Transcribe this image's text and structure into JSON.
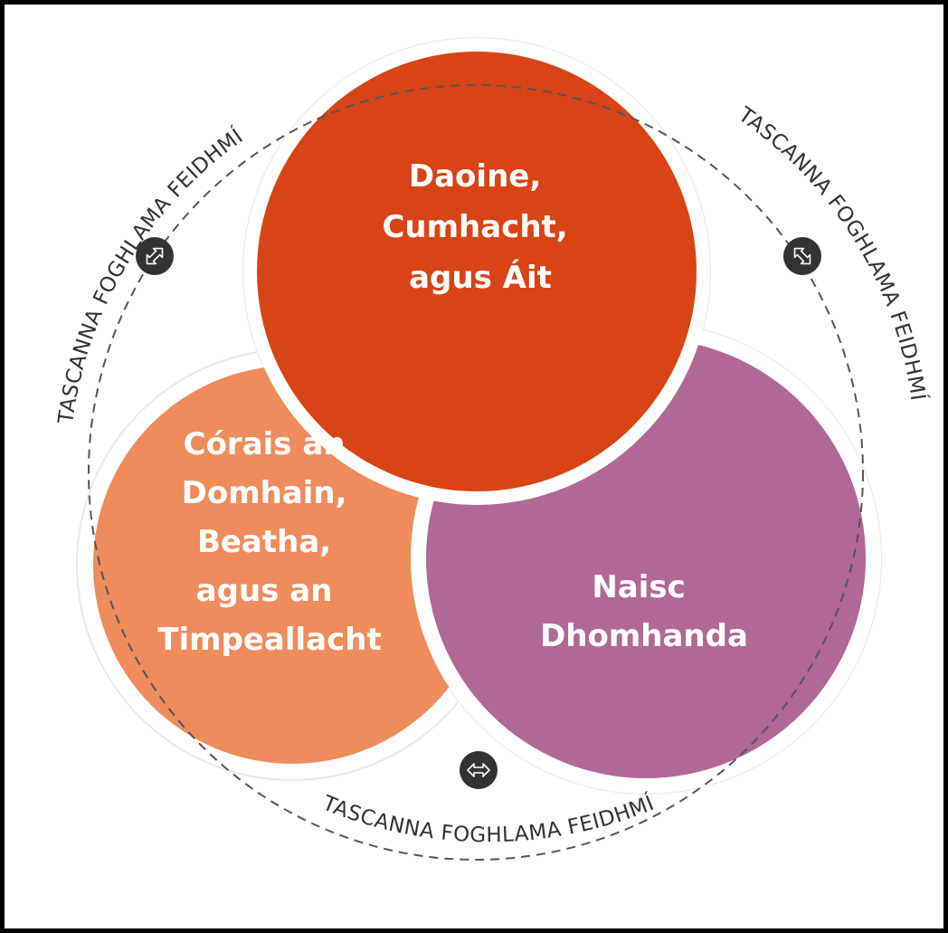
{
  "colors": {
    "top_circle": "#D84415",
    "left_circle": "#EE8C5C",
    "right_circle": "#B06894",
    "icon_bg": "#333333",
    "ring_stroke": "#555555",
    "label_text": "#333333"
  },
  "circles": {
    "top": [
      "Daoine,",
      "Cumhacht,",
      "agus Áit"
    ],
    "left": [
      "Córais an",
      "Domhain,",
      "Beatha,",
      "agus an",
      "Timpeallacht"
    ],
    "right": [
      "Naisc",
      "Dhomhanda"
    ]
  },
  "ring_labels": {
    "upper_left": "TASCANNA FOGHLAMA FEIDHMÍ",
    "upper_right": "TASCANNA FOGHLAMA FEIDHMÍ",
    "bottom": "TASCANNA FOGHLAMA FEIDHMÍ"
  },
  "icons": {
    "upper_left": "bidirectional-arrow-icon",
    "upper_right": "bidirectional-arrow-icon",
    "bottom": "bidirectional-arrow-icon"
  }
}
